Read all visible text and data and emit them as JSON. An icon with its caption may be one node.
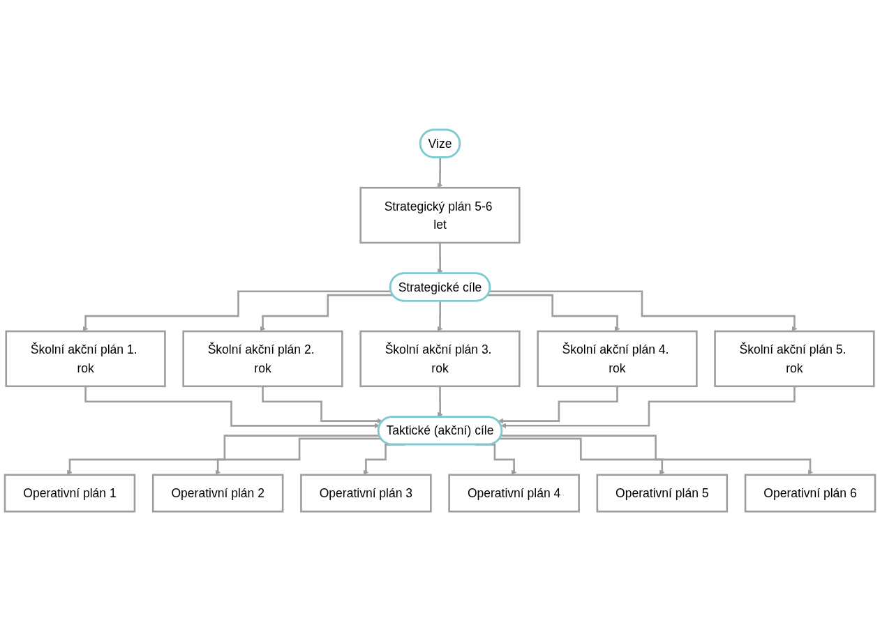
{
  "diagram": {
    "nodes": [
      {
        "text": [
          "Vize"
        ]
      },
      {
        "text": [
          "Strategický plán 5-6 let"
        ]
      },
      {
        "text": [
          "Strategické cíle"
        ]
      },
      {
        "text": [
          "Školní akční plán 1. rok"
        ]
      },
      {
        "text": [
          "Školní akční plán 2. rok"
        ]
      },
      {
        "text": [
          "Školní akční plán 3. rok"
        ]
      },
      {
        "text": [
          "Školní akční plán 4. rok"
        ]
      },
      {
        "text": [
          "Školní akční plán 5. rok"
        ]
      },
      {
        "text": [
          "Taktické (akční) cíle"
        ]
      },
      {
        "text": [
          "Operativní plán 1"
        ]
      },
      {
        "text": [
          "Operativní plán 2"
        ]
      },
      {
        "text": [
          "Operativní plán 3"
        ]
      },
      {
        "text": [
          "Operativní plán 4"
        ]
      },
      {
        "text": [
          "Operativní plán 5"
        ]
      },
      {
        "text": [
          "Operativní plán 6"
        ]
      }
    ],
    "edges": [
      {
        "from": 0,
        "to": 1,
        "arrow": "to"
      },
      {
        "from": 1,
        "to": 2,
        "arrow": "to"
      },
      {
        "from": 2,
        "to": 3,
        "arrow": "to"
      },
      {
        "from": 2,
        "to": 4,
        "arrow": "to"
      },
      {
        "from": 2,
        "to": 5,
        "arrow": "to"
      },
      {
        "from": 2,
        "to": 6,
        "arrow": "to"
      },
      {
        "from": 2,
        "to": 7,
        "arrow": "to"
      },
      {
        "from": 3,
        "to": 8,
        "arrow": "to"
      },
      {
        "from": 4,
        "to": 8,
        "arrow": "to"
      },
      {
        "from": 5,
        "to": 8,
        "arrow": "to"
      },
      {
        "from": 6,
        "to": 8,
        "arrow": "to"
      },
      {
        "from": 7,
        "to": 8,
        "arrow": "to"
      },
      {
        "from": 8,
        "to": 9,
        "arrow": "to"
      },
      {
        "from": 8,
        "to": 10,
        "arrow": "to"
      },
      {
        "from": 8,
        "to": 11,
        "arrow": "to"
      },
      {
        "from": 8,
        "to": 12,
        "arrow": "to"
      },
      {
        "from": 8,
        "to": 13,
        "arrow": "to"
      },
      {
        "from": 8,
        "to": 14,
        "arrow": "to"
      }
    ]
  }
}
